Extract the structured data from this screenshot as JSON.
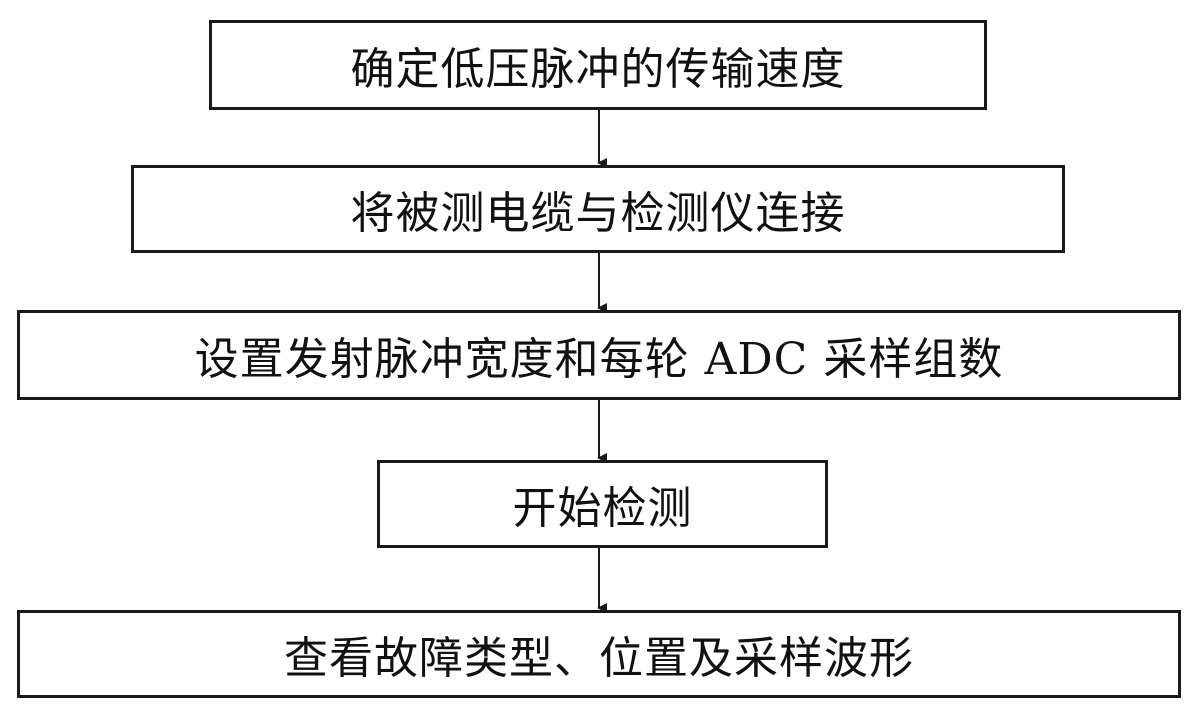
{
  "steps": [
    {
      "label": "确定低压脉冲的传输速度"
    },
    {
      "label": "将被测电缆与检测仪连接"
    },
    {
      "label": "设置发射脉冲宽度和每轮 ADC 采样组数"
    },
    {
      "label": "开始检测"
    },
    {
      "label": "查看故障类型、位置及采样波形"
    }
  ],
  "colors": {
    "stroke": "#1a1a1a",
    "background": "#ffffff"
  }
}
